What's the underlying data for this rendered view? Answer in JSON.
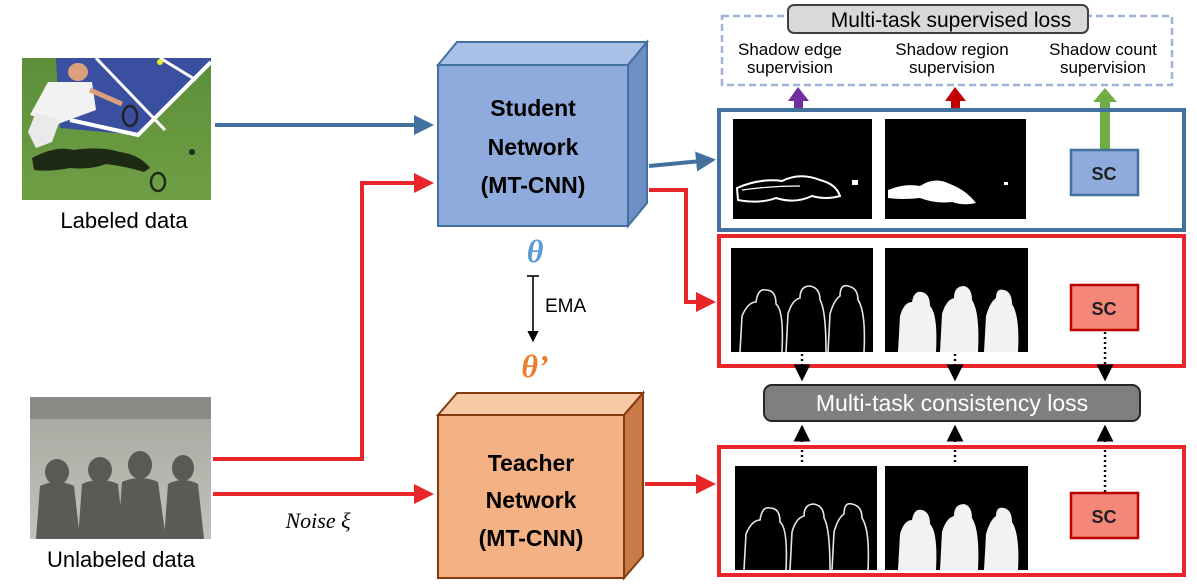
{
  "inputs": {
    "labeled_caption": "Labeled data",
    "unlabeled_caption": "Unlabeled data",
    "noise_label": "Noise ξ"
  },
  "student": {
    "title_line1": "Student",
    "title_line2": "Network",
    "title_line3": "(MT-CNN)",
    "param_symbol": "θ"
  },
  "teacher": {
    "title_line1": "Teacher",
    "title_line2": "Network",
    "title_line3": "(MT-CNN)",
    "param_symbol": "θ’"
  },
  "ema_label": "EMA",
  "supervised_loss": {
    "title": "Multi-task supervised loss",
    "items": [
      {
        "line1": "Shadow edge",
        "line2": "supervision"
      },
      {
        "line1": "Shadow region",
        "line2": "supervision"
      },
      {
        "line1": "Shadow count",
        "line2": "supervision"
      }
    ]
  },
  "consistency_loss": {
    "title": "Multi-task consistency loss"
  },
  "sc_label": "SC",
  "colors": {
    "blue_arrow": "#41719c",
    "red_arrow": "#e8262a",
    "student_face": "#8faadc",
    "teacher_face": "#f4b183",
    "theta_blue": "#5b9bd5",
    "theta_orange": "#ed7d31",
    "purple_arrow": "#7030a0",
    "red_up_arrow": "#c00000",
    "green_arrow": "#70ad47",
    "sc_blue": "#8faadc",
    "sc_red": "#f4877a"
  }
}
